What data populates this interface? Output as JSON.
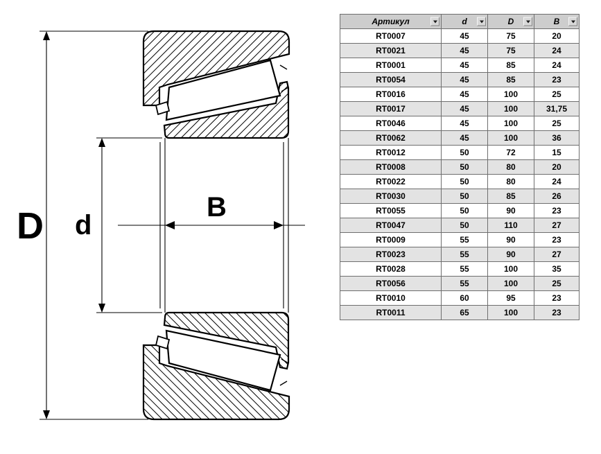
{
  "diagram": {
    "dim_outer_label": "D",
    "dim_bore_label": "d",
    "dim_width_label": "B"
  },
  "table": {
    "headers": [
      {
        "label": "Артикул"
      },
      {
        "label": "d"
      },
      {
        "label": "D"
      },
      {
        "label": "B"
      }
    ],
    "rows": [
      [
        "RT0007",
        "45",
        "75",
        "20"
      ],
      [
        "RT0021",
        "45",
        "75",
        "24"
      ],
      [
        "RT0001",
        "45",
        "85",
        "24"
      ],
      [
        "RT0054",
        "45",
        "85",
        "23"
      ],
      [
        "RT0016",
        "45",
        "100",
        "25"
      ],
      [
        "RT0017",
        "45",
        "100",
        "31,75"
      ],
      [
        "RT0046",
        "45",
        "100",
        "25"
      ],
      [
        "RT0062",
        "45",
        "100",
        "36"
      ],
      [
        "RT0012",
        "50",
        "72",
        "15"
      ],
      [
        "RT0008",
        "50",
        "80",
        "20"
      ],
      [
        "RT0022",
        "50",
        "80",
        "24"
      ],
      [
        "RT0030",
        "50",
        "85",
        "26"
      ],
      [
        "RT0055",
        "50",
        "90",
        "23"
      ],
      [
        "RT0047",
        "50",
        "110",
        "27"
      ],
      [
        "RT0009",
        "55",
        "90",
        "23"
      ],
      [
        "RT0023",
        "55",
        "90",
        "27"
      ],
      [
        "RT0028",
        "55",
        "100",
        "35"
      ],
      [
        "RT0056",
        "55",
        "100",
        "25"
      ],
      [
        "RT0010",
        "60",
        "95",
        "23"
      ],
      [
        "RT0011",
        "65",
        "100",
        "23"
      ]
    ],
    "colors": {
      "header_bg": "#cdcdcd",
      "row_alt_bg": "#e3e3e3",
      "border": "#6e6e6e"
    }
  }
}
